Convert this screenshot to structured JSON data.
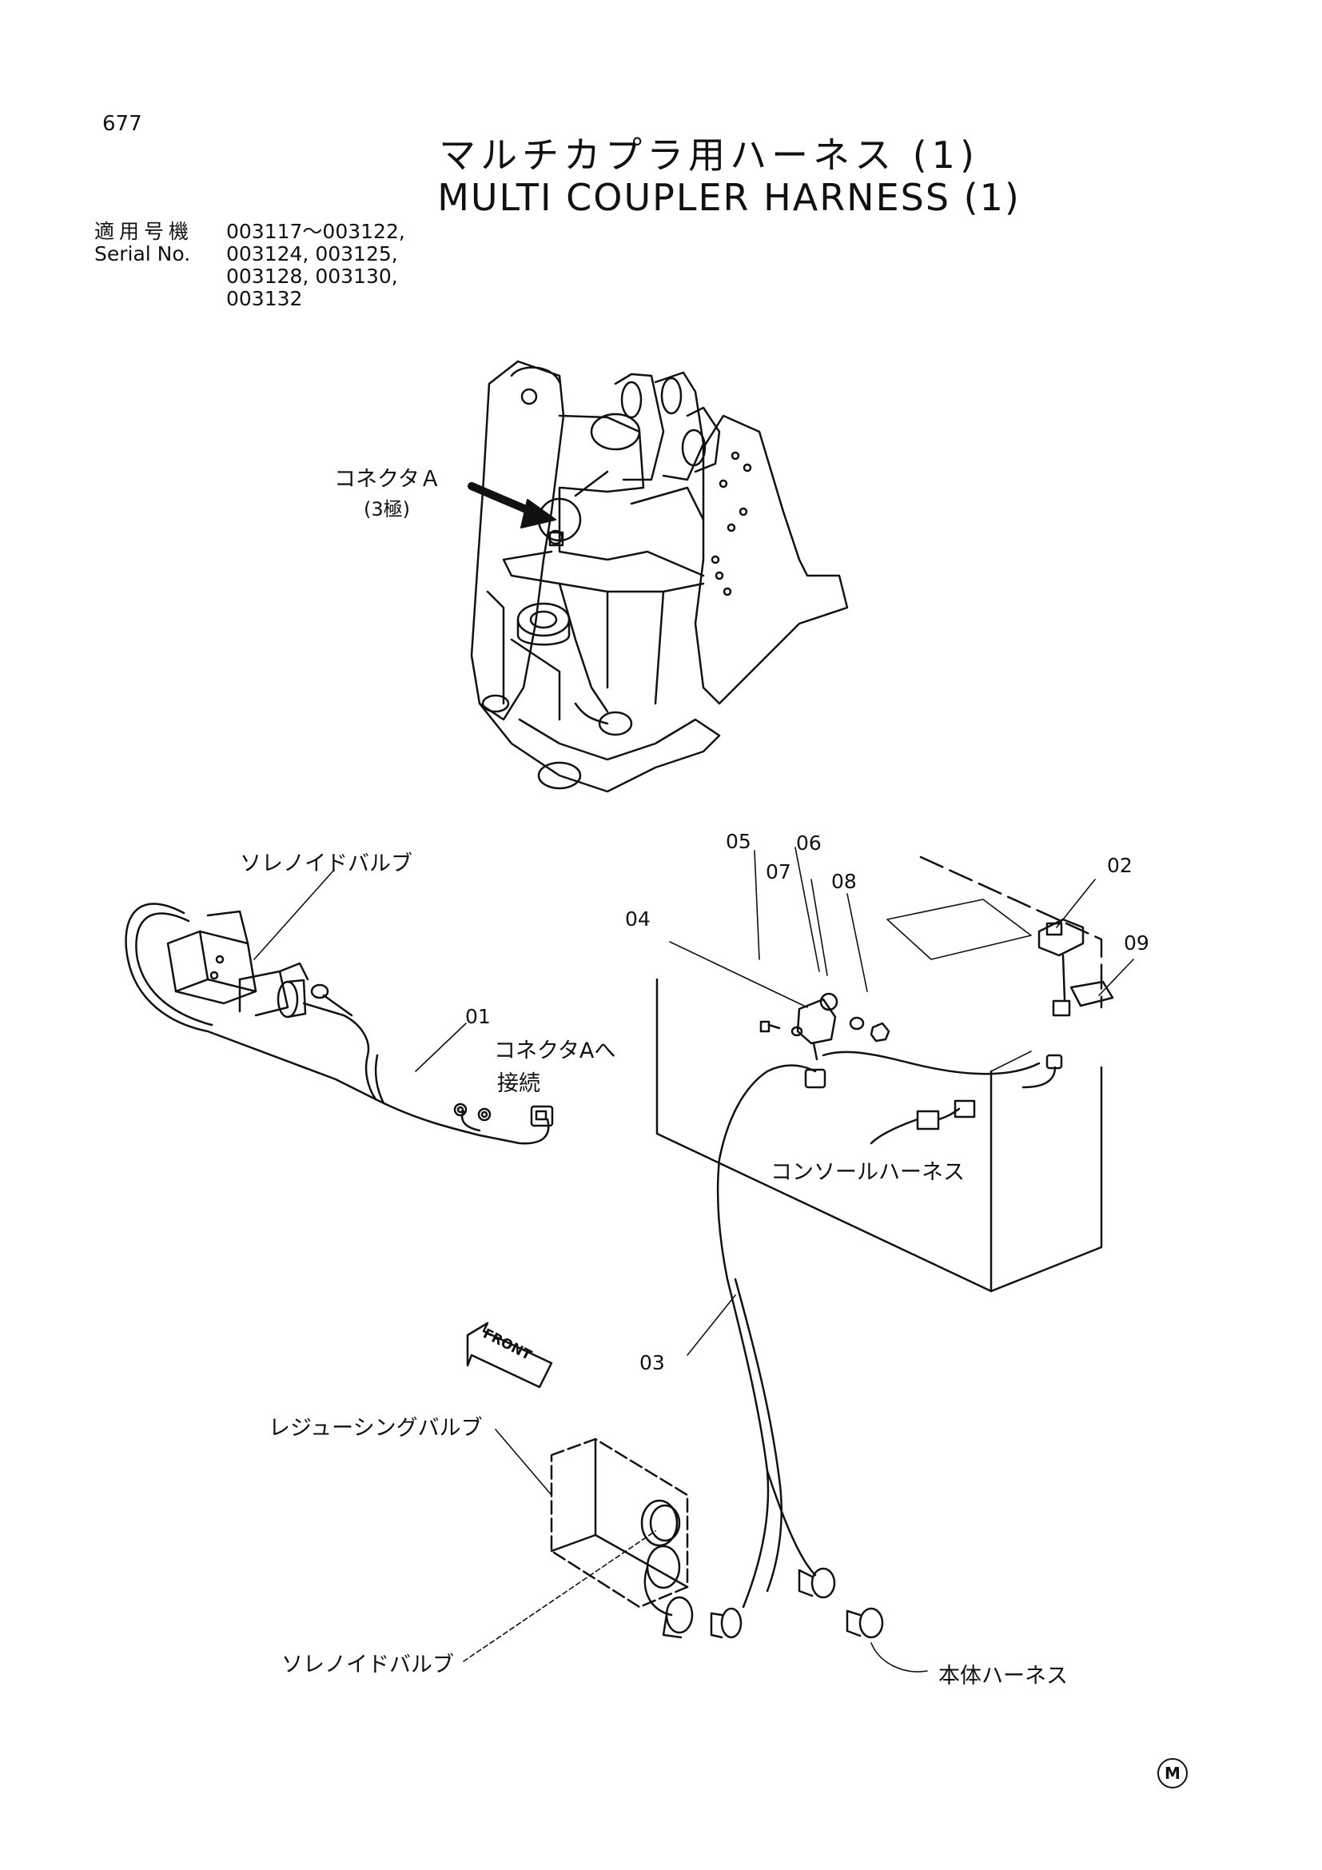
{
  "page_number": "677",
  "title_jp": "マルチカプラ用ハーネス (1)",
  "title_en": "MULTI COUPLER HARNESS (1)",
  "serial": {
    "label_jp": "適用号機",
    "label_en": "Serial No.",
    "lines": [
      "003117～003122,",
      "003124, 003125,",
      "003128, 003130,",
      "003132"
    ]
  },
  "labels": {
    "connector_a": "コネクタＡ",
    "connector_a_poles": "(3極)",
    "solenoid_valve_top": "ソレノイドバルブ",
    "to_connector_a_line1": "コネクタAへ",
    "to_connector_a_line2": "接続",
    "console_harness": "コンソールハーネス",
    "reducing_valve": "レジューシングバルブ",
    "solenoid_valve_bottom": "ソレノイドバルブ",
    "main_harness": "本体ハーネス",
    "front": "FRONT"
  },
  "part_numbers": [
    "01",
    "02",
    "03",
    "04",
    "05",
    "06",
    "07",
    "08",
    "09"
  ],
  "mark": "M"
}
